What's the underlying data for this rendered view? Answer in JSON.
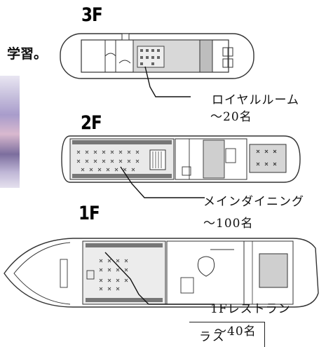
{
  "left_text": "学習。",
  "bottom_box_text": "ラス",
  "floors": [
    {
      "label": "3F",
      "room_name": "ロイヤルルーム",
      "capacity": "〜20名"
    },
    {
      "label": "2F",
      "room_name": "メインダイニング",
      "capacity": "〜100名"
    },
    {
      "label": "1F",
      "room_name": "1Fレストラン",
      "capacity": "〜40名"
    }
  ]
}
